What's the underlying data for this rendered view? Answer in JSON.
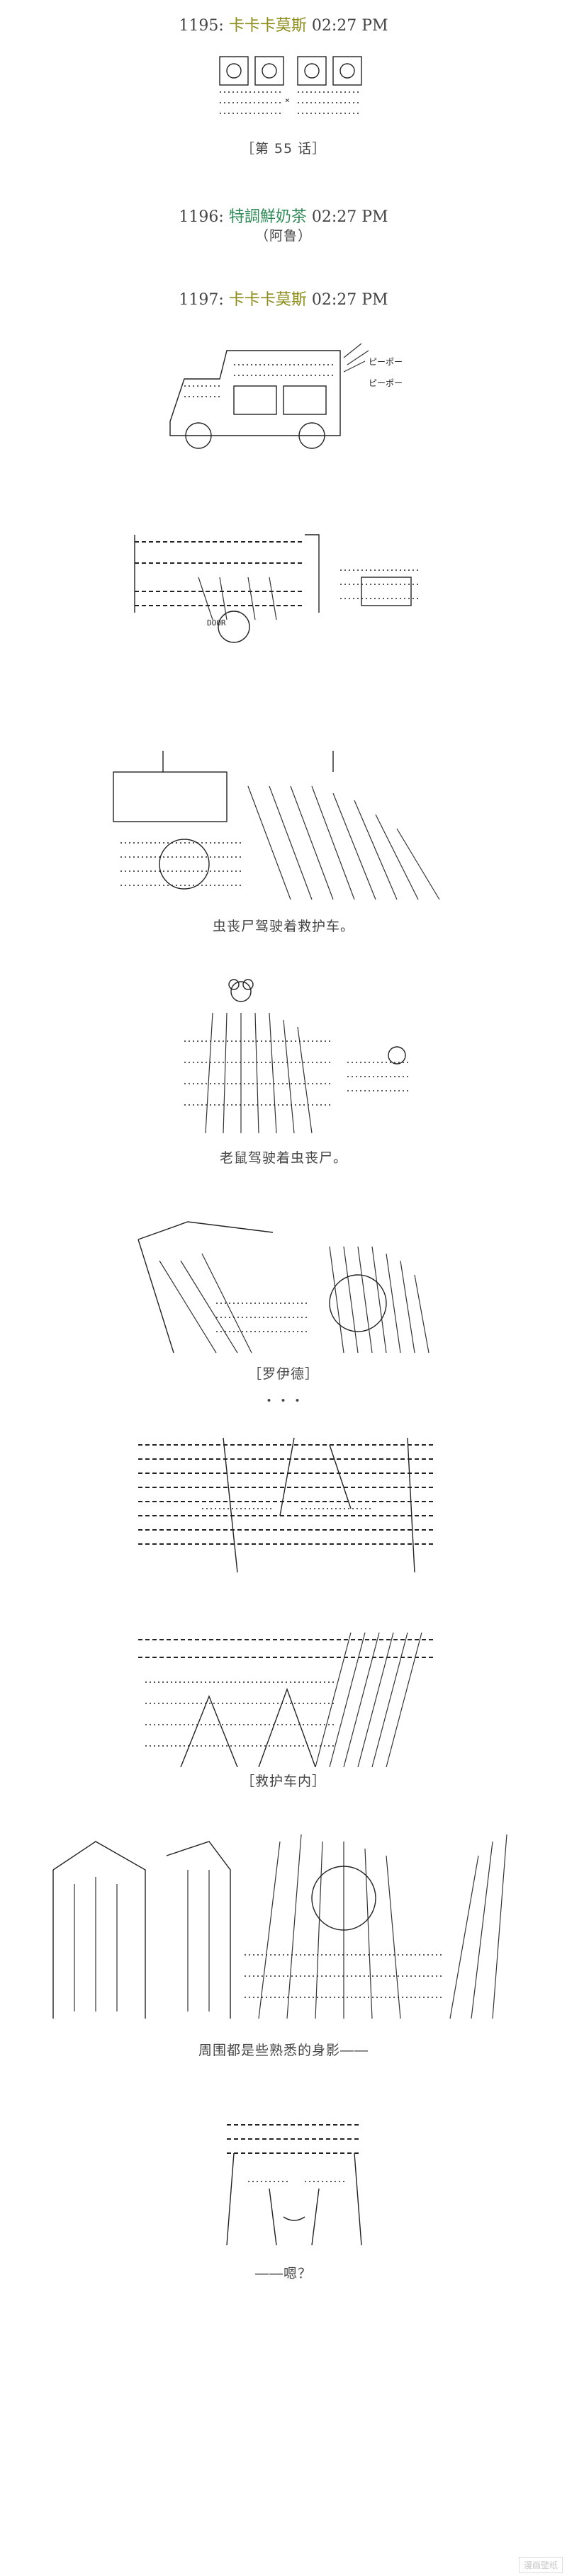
{
  "posts": [
    {
      "number": "1195:",
      "name": "卡卡卡莫斯",
      "time": "02:27 PM"
    },
    {
      "number": "1196:",
      "name": "特調鮮奶茶",
      "time": "02:27 PM",
      "sub": "（阿鲁）"
    },
    {
      "number": "1197:",
      "name": "卡卡卡莫斯",
      "time": "02:27 PM"
    }
  ],
  "captions": {
    "episode": "［第 55 话］",
    "zombie_driving": "虫丧尸驾驶着救护车。",
    "mouse_driving": "老鼠驾驶着虫丧尸。",
    "lloyd": "［罗伊德］",
    "dots": "・・・",
    "ambulance_inside": "［救护车内］",
    "surrounded": "周围都是些熟悉的身影――",
    "huh": "――嗯？"
  },
  "sfx": {
    "siren_1": "ピーポー",
    "siren_2": "ピーポー",
    "door": "DOOR"
  },
  "watermark": "漫画壁纸"
}
